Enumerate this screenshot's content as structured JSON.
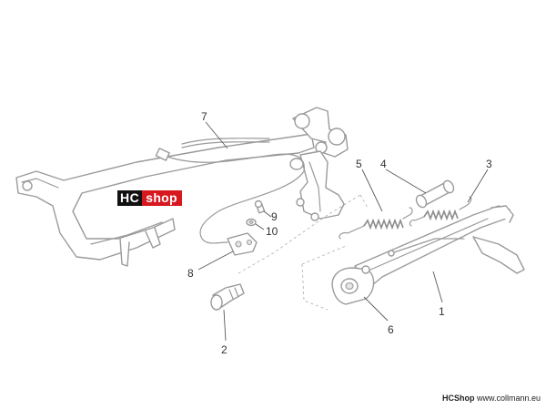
{
  "logo": {
    "prefix": "HC",
    "word": "shop"
  },
  "callouts": [
    "1",
    "2",
    "3",
    "4",
    "5",
    "6",
    "7",
    "8",
    "9",
    "10"
  ],
  "footer": {
    "brand": "HCShop",
    "url": "www.collmann.eu"
  },
  "colors": {
    "line": "#9a9a9a",
    "callout": "#333333",
    "brand_red": "#d8181f",
    "brand_black": "#111111"
  }
}
